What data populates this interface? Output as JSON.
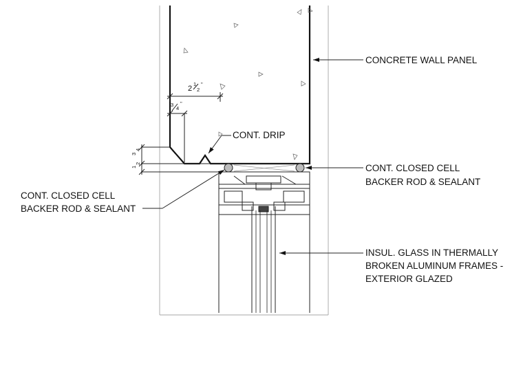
{
  "labels": {
    "concrete_wall_panel": "CONCRETE WALL PANEL",
    "cont_drip": "CONT. DRIP",
    "backer_rod_right_1": "CONT. CLOSED CELL",
    "backer_rod_right_2": "BACKER ROD & SEALANT",
    "backer_rod_left_1": "CONT. CLOSED CELL",
    "backer_rod_left_2": "BACKER ROD & SEALANT",
    "glass_1": "INSUL. GLASS IN THERMALLY",
    "glass_2": "BROKEN  ALUMINUM FRAMES -",
    "glass_3": "EXTERIOR GLAZED"
  },
  "dimensions": {
    "dim_2_half": {
      "whole": "2",
      "num": "1",
      "den": "2",
      "unit": "\""
    },
    "dim_3_4_top": {
      "num": "3",
      "den": "4",
      "unit": "\""
    },
    "dim_3_4_vert": {
      "num": "3",
      "den": "4",
      "unit": "\""
    },
    "dim_1_2_vert": {
      "num": "1",
      "den": "2",
      "unit": "\""
    }
  }
}
